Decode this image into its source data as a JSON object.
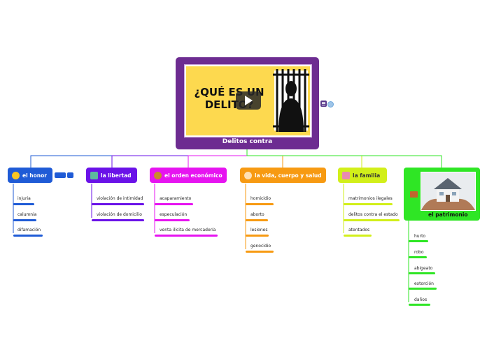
{
  "root": {
    "title": "Delitos contra",
    "image_text": "¿QUÉ ES UN DELITO?"
  },
  "colors": {
    "root": "#6d2c91",
    "honor": "#1f5bd6",
    "libertad": "#6a12e8",
    "orden": "#e614f0",
    "vida": "#f79a12",
    "familia": "#d2ef1a",
    "patrimonio": "#2fe625"
  },
  "branches": {
    "honor": {
      "label": "el honor",
      "icon": "grinning-face-icon",
      "children": [
        "injuria",
        "calumnia",
        "difamación"
      ]
    },
    "libertad": {
      "label": "la libertad",
      "icon": "statue-of-liberty-icon",
      "children": [
        "violación de intimidad",
        "violación de domicilio"
      ]
    },
    "orden": {
      "label": "el orden económico",
      "icon": "money-bag-icon",
      "children": [
        "acaparamiento",
        "especulación",
        "venta ilícita de mercadería"
      ]
    },
    "vida": {
      "label": "la vida, cuerpo y salud",
      "icon": "person-icon",
      "children": [
        "homicidio",
        "aborto",
        "lesiones",
        "genocidio"
      ]
    },
    "familia": {
      "label": "la familia",
      "icon": "family-icon",
      "children": [
        "matrimonios ilegales",
        "delitos contra el estado",
        "atentados"
      ]
    },
    "patrimonio": {
      "label": "el patrimonio",
      "icon": "house-icon",
      "children": [
        "hurto",
        "robo",
        "abigeato",
        "extorción",
        "daños"
      ]
    }
  }
}
